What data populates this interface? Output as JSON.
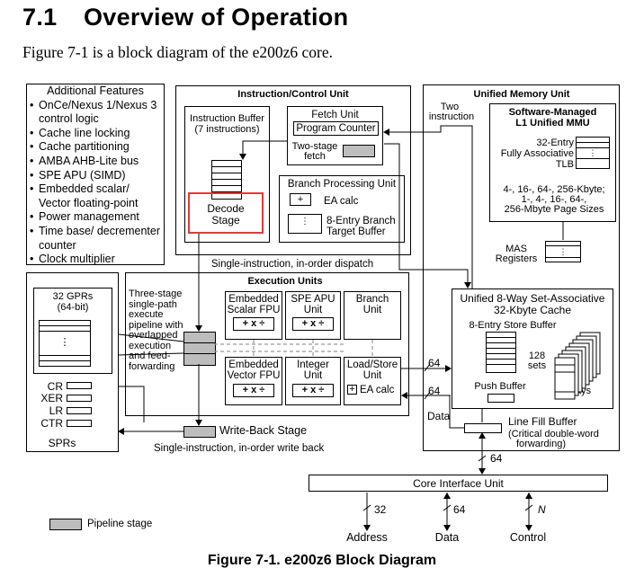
{
  "section": {
    "number": "7.1",
    "title": "Overview of Operation"
  },
  "intro": "Figure 7-1 is a block diagram of the e200z6 core.",
  "features": {
    "title": "Additional Features",
    "items": [
      "OnCe/Nexus 1/Nexus 3 control logic",
      "Cache line locking",
      "Cache partitioning",
      "AMBA AHB-Lite bus",
      "SPE APU (SIMD)",
      "Embedded scalar/ Vector floating-point",
      "Power management",
      "Time base/ decrementer counter",
      "Clock multiplier"
    ]
  },
  "icu": {
    "title": "Instruction/Control Unit",
    "ibuf_l1": "Instruction Buffer",
    "ibuf_l2": "(7 instructions)",
    "decode_l1": "Decode",
    "decode_l2": "Stage",
    "fetch_l1": "Fetch Unit",
    "fetch_l2": "Program Counter",
    "twostage_l1": "Two-stage",
    "twostage_l2": "fetch",
    "bpu_title": "Branch Processing Unit",
    "ea_calc": "EA calc",
    "btb_l1": "8-Entry Branch",
    "btb_l2": "Target Buffer",
    "dispatch": "Single-instruction, in-order dispatch",
    "two_instr_l1": "Two",
    "two_instr_l2": "instruction"
  },
  "umu": {
    "title": "Unified Memory Unit",
    "mmu_l1": "Software-Managed",
    "mmu_l2": "L1 Unified MMU",
    "tlb_l1": "32-Entry",
    "tlb_l2": "Fully Associative",
    "tlb_l3": "TLB",
    "pages_l1": "4-, 16-, 64-, 256-Kbyte;",
    "pages_l2": "1-, 4-, 16-, 64-,",
    "pages_l3": "256-Mbyte Page Sizes",
    "mas_l1": "MAS",
    "mas_l2": "Registers",
    "cache_l1": "Unified 8-Way Set-Associative",
    "cache_l2": "32-Kbyte Cache",
    "store_buffer": "8-Entry Store Buffer",
    "sets_l1": "128",
    "sets_l2": "sets",
    "ways": "8 ways",
    "push_buffer": "Push Buffer",
    "lfb_l1": "Line Fill Buffer",
    "lfb_l2": "(Critical double-word",
    "lfb_l3": "forwarding)"
  },
  "exec": {
    "title": "Execution Units",
    "pipeline_desc": [
      "Three-stage",
      "single-path",
      "execute",
      "pipeline with",
      "overlapped",
      "execution",
      "and feed-",
      "forwarding"
    ],
    "escalar_l1": "Embedded",
    "escalar_l2": "Scalar FPU",
    "spe_l1": "SPE APU",
    "spe_l2": "Unit",
    "branch_l1": "Branch",
    "branch_l2": "Unit",
    "evector_l1": "Embedded",
    "evector_l2": "Vector FPU",
    "integer_l1": "Integer",
    "integer_l2": "Unit",
    "ls_l1": "Load/Store",
    "ls_l2": "Unit",
    "ls_ea": "EA calc",
    "ops": "+ x ÷",
    "plus": "+",
    "writeback": "Write-Back Stage",
    "writeback_desc": "Single-instruction, in-order write back"
  },
  "gprs": {
    "title_l1": "32 GPRs",
    "title_l2": "(64-bit)",
    "spr_names": [
      "CR",
      "XER",
      "LR",
      "CTR"
    ],
    "sprs_label": "SPRs"
  },
  "buses": {
    "ls_to_cache": "64",
    "cache_to_ls": "64",
    "data_label": "Data",
    "lfb_to_ciu": "64",
    "addr_width": "32",
    "data_width": "64",
    "ctrl_width": "N"
  },
  "ciu": {
    "label": "Core Interface Unit"
  },
  "bottom": {
    "address": "Address",
    "data": "Data",
    "control": "Control"
  },
  "legend": {
    "label": "Pipeline stage"
  },
  "figure_caption": "Figure 7-1. e200z6 Block Diagram",
  "colors": {
    "pipeline_gray": "#bdbdbd",
    "highlight": "#e53935"
  }
}
